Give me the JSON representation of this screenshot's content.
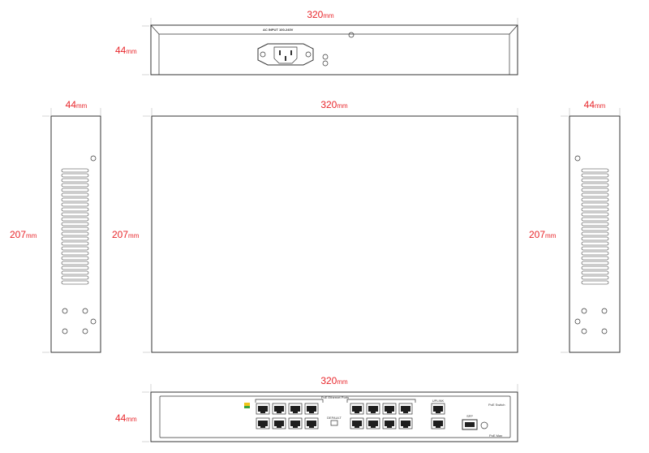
{
  "dimensions": {
    "top_width": "320",
    "top_height": "44",
    "left_depth": "44",
    "left_height": "207",
    "center_width": "320",
    "center_height": "207",
    "right_depth": "44",
    "right_height": "207",
    "bottom_width": "320",
    "bottom_height": "44",
    "unit": "mm"
  },
  "rear_panel": {
    "label": "AC INPUT 100-240V"
  },
  "front_panel": {
    "port_group_label": "PoE Ethernet Ports",
    "uplink_label": "UPLINK",
    "brand_label": "PoE Switch",
    "sfp_label": "SFP",
    "mode_label": "DEFAULT",
    "status_label": "PoE Max"
  },
  "colors": {
    "dimension_text": "#e8262b",
    "outline": "#333333",
    "extension_line": "#b8b8b8"
  }
}
